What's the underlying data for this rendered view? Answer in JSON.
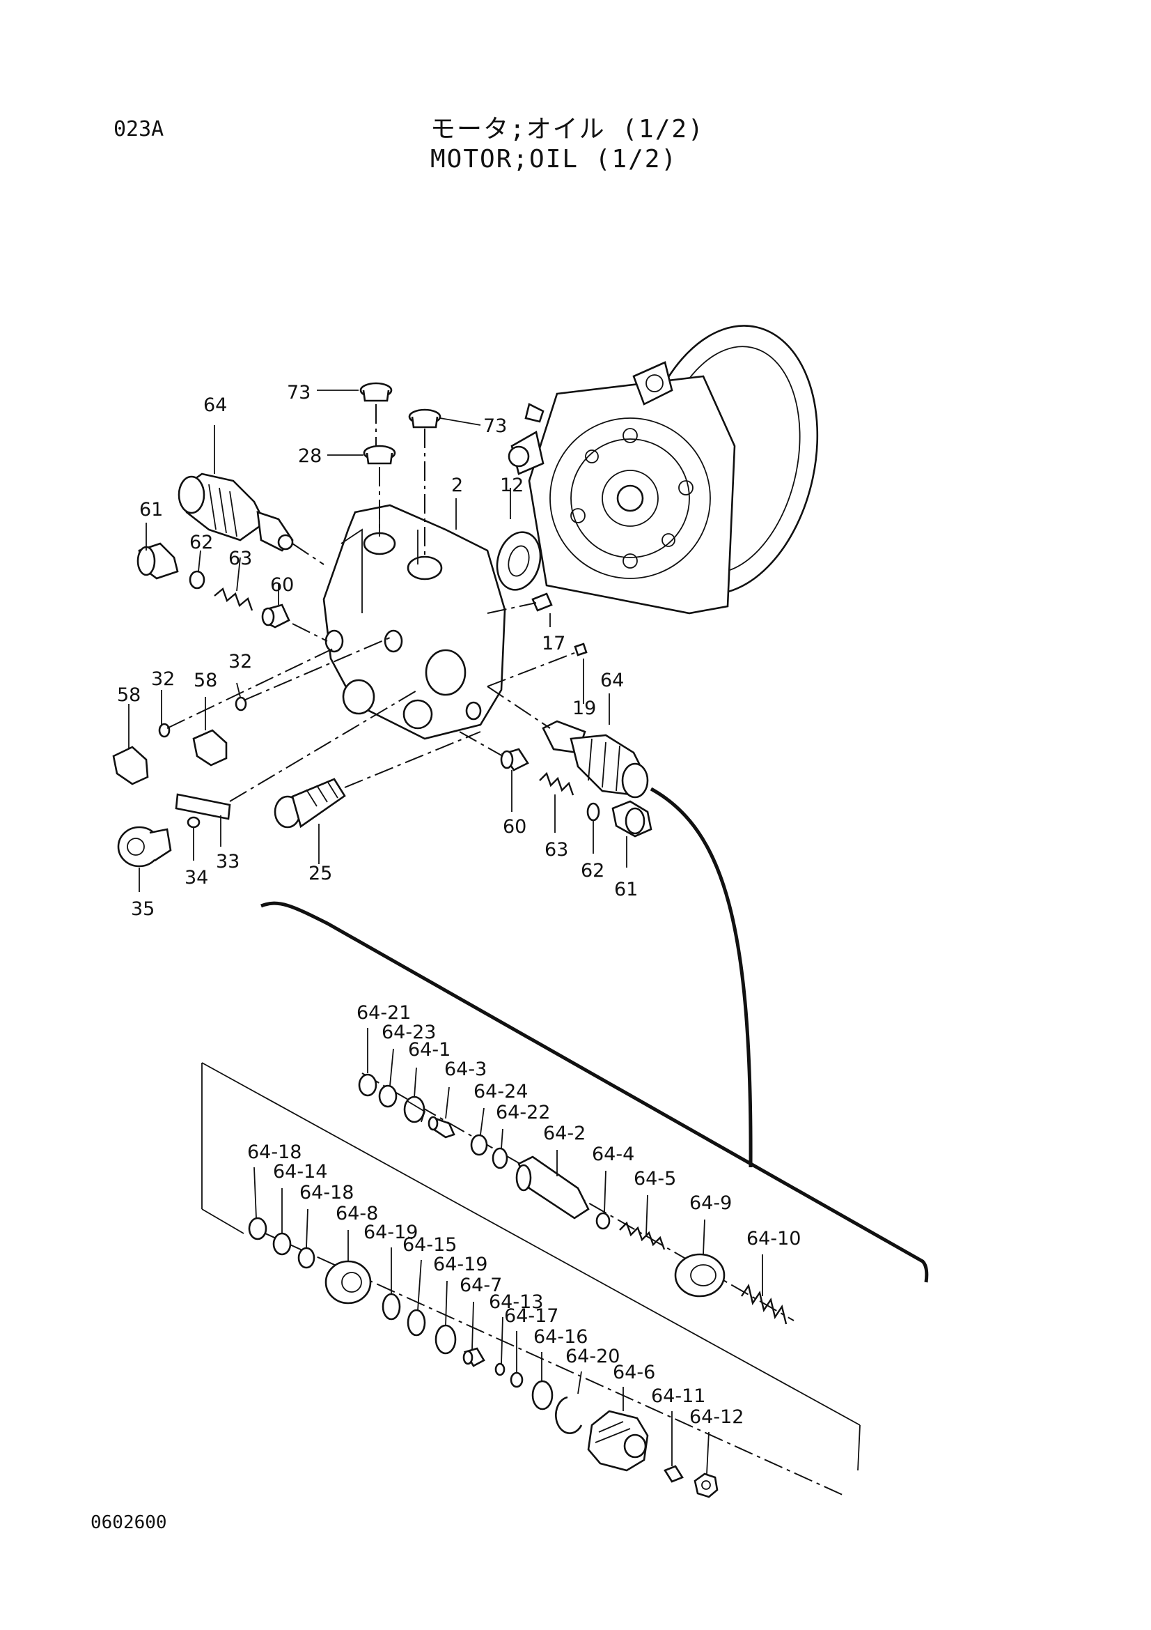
{
  "header": {
    "page_code": "023A",
    "title_jp": "モータ;オイル (1/2)",
    "title_en": "MOTOR;OIL (1/2)"
  },
  "footer": {
    "drawing_no": "0602600"
  },
  "part_callouts": {
    "p73a": "73",
    "p73b": "73",
    "p28": "28",
    "p64a": "64",
    "p2": "2",
    "p12": "12",
    "p61a": "61",
    "p62a": "62",
    "p63a": "63",
    "p60a": "60",
    "p17": "17",
    "p19": "19",
    "p32a": "32",
    "p58a": "58",
    "p32b": "32",
    "p58b": "58",
    "p64b": "64",
    "p33": "33",
    "p34": "34",
    "p35": "35",
    "p25": "25",
    "p60b": "60",
    "p63b": "63",
    "p62b": "62",
    "p61b": "61",
    "s21": "64-21",
    "s23": "64-23",
    "s1": "64-1",
    "s3": "64-3",
    "s24": "64-24",
    "s22": "64-22",
    "s2": "64-2",
    "s4": "64-4",
    "s5": "64-5",
    "s9": "64-9",
    "s10": "64-10",
    "s18a": "64-18",
    "s14": "64-14",
    "s18b": "64-18",
    "s8": "64-8",
    "s19a": "64-19",
    "s15": "64-15",
    "s19b": "64-19",
    "s7": "64-7",
    "s13": "64-13",
    "s17": "64-17",
    "s16": "64-16",
    "s20": "64-20",
    "s6": "64-6",
    "s11": "64-11",
    "s12": "64-12"
  }
}
